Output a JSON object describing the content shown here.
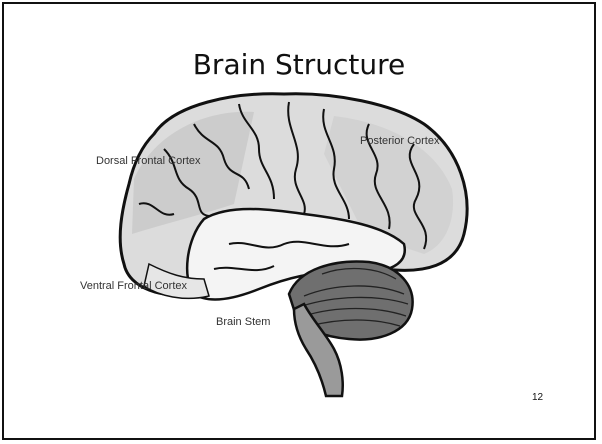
{
  "slide": {
    "title": "Brain Structure",
    "page_number": "12"
  },
  "diagram": {
    "labels": {
      "dorsal": "Dorsal Frontal Cortex",
      "posterior": "Posterior Cortex",
      "ventral": "Ventral Frontal Cortex",
      "stem": "Brain Stem"
    }
  }
}
